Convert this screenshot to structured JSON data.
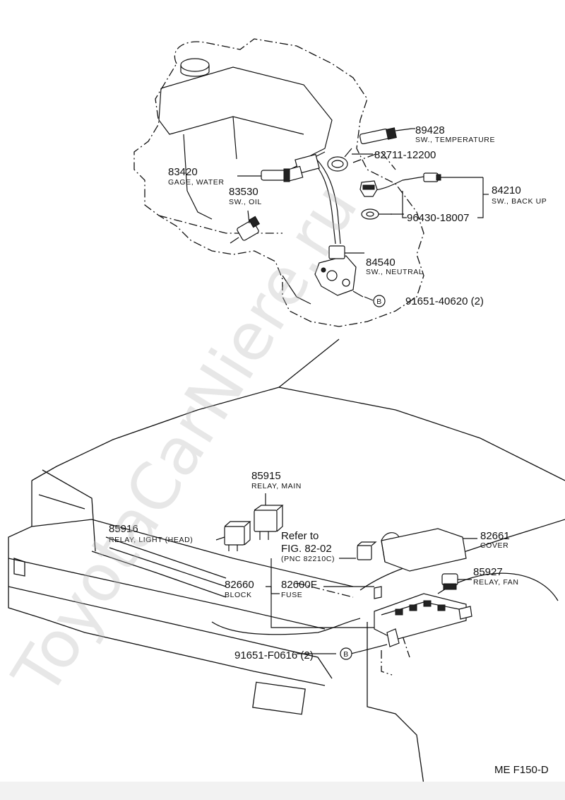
{
  "callouts": {
    "c89428": {
      "number": "89428",
      "desc": "SW., TEMPERATURE"
    },
    "c82711": {
      "number": "82711-12200"
    },
    "c83420": {
      "number": "83420",
      "desc": "GAGE, WATER"
    },
    "c83530": {
      "number": "83530",
      "desc": "SW., OIL"
    },
    "c84210": {
      "number": "84210",
      "desc": "SW., BACK UP"
    },
    "c96430": {
      "number": "96430-18007"
    },
    "c84540": {
      "number": "84540",
      "desc": "SW., NEUTRAL"
    },
    "c91651_40620": {
      "number": "91651-40620 (2)",
      "marker": "B"
    },
    "c85915": {
      "number": "85915",
      "desc": "RELAY, MAIN"
    },
    "c85916": {
      "number": "85916",
      "desc": "RELAY, LIGHT (HEAD)"
    },
    "c82661": {
      "number": "82661",
      "desc": "COVER"
    },
    "c85927": {
      "number": "85927",
      "desc": "RELAY, FAN"
    },
    "c82660": {
      "number": "82660",
      "desc": "BLOCK"
    },
    "c82600F": {
      "number": "82600F",
      "desc": "FUSE"
    },
    "c91651_F0616": {
      "number": "91651-F0616 (2)",
      "marker": "B"
    },
    "refer": {
      "line1": "Refer to",
      "line2": "FIG. 82-02",
      "line3": "(PNC 82210C)"
    }
  },
  "watermark": "ToyotaCarNiere.ru",
  "footer": {
    "code": "ME  F150-D"
  }
}
